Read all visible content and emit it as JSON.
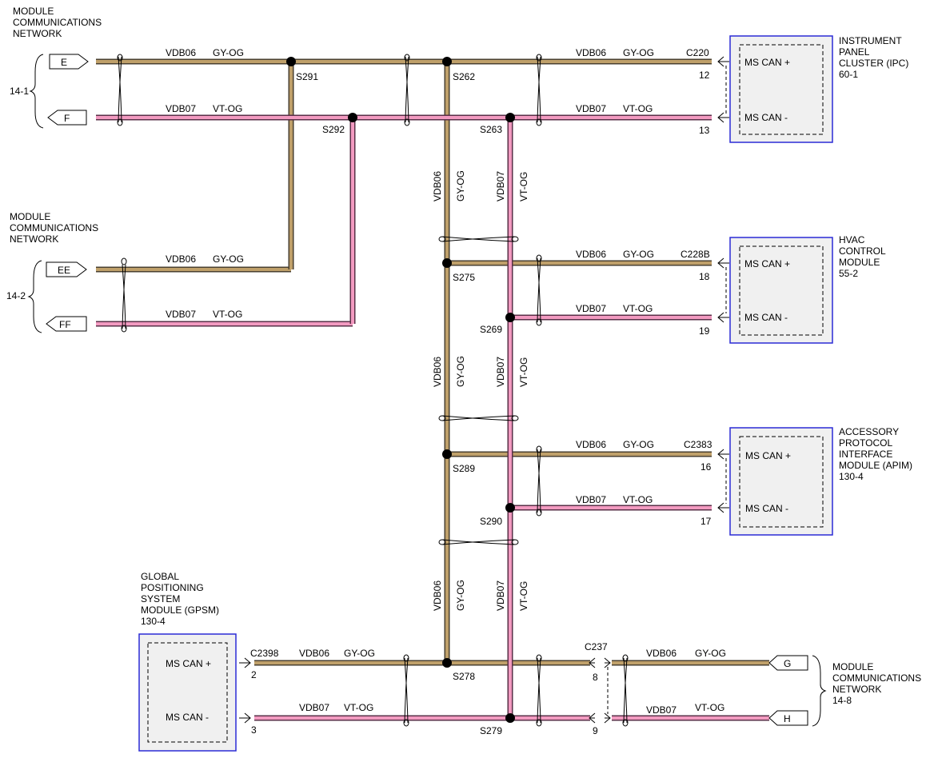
{
  "colors": {
    "gy_og_fill": "#bfa06a",
    "gy_og_edge": "#4a4030",
    "vt_og_fill": "#f29ac0",
    "vt_og_edge": "#5a3048",
    "module_border": "#2b2bd6",
    "module_fill": "#f0f0f0"
  },
  "networks": [
    {
      "id": "net-14-1",
      "title": [
        "MODULE",
        "COMMUNICATIONS",
        "NETWORK"
      ],
      "ref": "14-1",
      "plus": "E",
      "minus": "F"
    },
    {
      "id": "net-14-2",
      "title": [
        "MODULE",
        "COMMUNICATIONS",
        "NETWORK"
      ],
      "ref": "14-2",
      "plus": "EE",
      "minus": "FF"
    },
    {
      "id": "net-14-8",
      "title": [
        "MODULE",
        "COMMUNICATIONS",
        "NETWORK"
      ],
      "ref": "14-8",
      "plus": "G",
      "minus": "H"
    }
  ],
  "modules": [
    {
      "id": "ipc",
      "title": [
        "INSTRUMENT",
        "PANEL",
        "CLUSTER (IPC)"
      ],
      "ref": "60-1",
      "connector": "C220",
      "pin_plus": "12",
      "pin_minus": "13",
      "label_plus": "MS CAN +",
      "label_minus": "MS CAN -"
    },
    {
      "id": "hvac",
      "title": [
        "HVAC",
        "CONTROL",
        "MODULE"
      ],
      "ref": "55-2",
      "connector": "C228B",
      "pin_plus": "18",
      "pin_minus": "19",
      "label_plus": "MS CAN +",
      "label_minus": "MS CAN -"
    },
    {
      "id": "apim",
      "title": [
        "ACCESSORY",
        "PROTOCOL",
        "INTERFACE",
        "MODULE (APIM)"
      ],
      "ref": "130-4",
      "connector": "C2383",
      "pin_plus": "16",
      "pin_minus": "17",
      "label_plus": "MS CAN +",
      "label_minus": "MS CAN -"
    },
    {
      "id": "gpsm",
      "title": [
        "GLOBAL",
        "POSITIONING",
        "SYSTEM",
        "MODULE (GPSM)"
      ],
      "ref": "130-4",
      "connector": "C2398",
      "pin_plus": "2",
      "pin_minus": "3",
      "label_plus": "MS CAN +",
      "label_minus": "MS CAN -"
    }
  ],
  "connector_g": {
    "name": "C237",
    "pin_plus": "8",
    "pin_minus": "9"
  },
  "wires": {
    "plus": {
      "circuit": "VDB06",
      "color": "GY-OG"
    },
    "minus": {
      "circuit": "VDB07",
      "color": "VT-OG"
    }
  },
  "splices": {
    "s291": "S291",
    "s292": "S292",
    "s262": "S262",
    "s263": "S263",
    "s275": "S275",
    "s269": "S269",
    "s289": "S289",
    "s290": "S290",
    "s278": "S278",
    "s279": "S279"
  }
}
